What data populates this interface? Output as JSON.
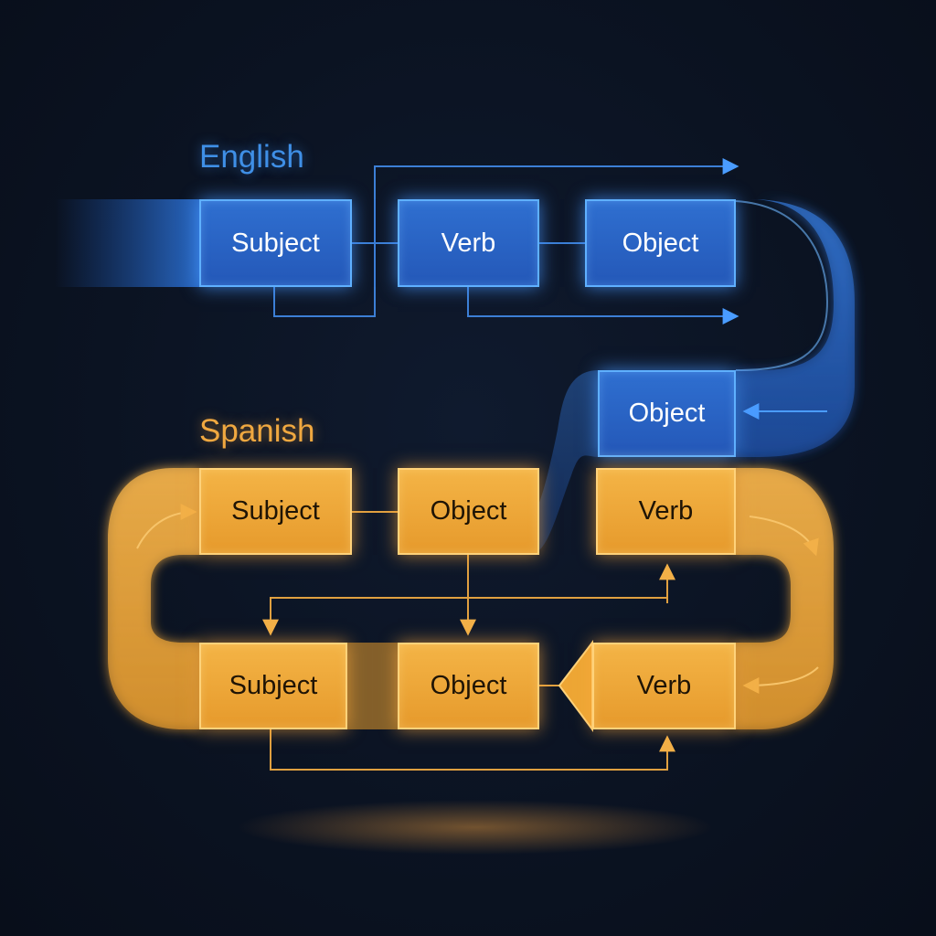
{
  "english": {
    "label": "English",
    "boxes": [
      {
        "id": "subject",
        "text": "Subject"
      },
      {
        "id": "verb",
        "text": "Verb"
      },
      {
        "id": "object",
        "text": "Object"
      }
    ]
  },
  "transition": {
    "text": "Object"
  },
  "spanish": {
    "label": "Spanish",
    "row1": [
      {
        "id": "subject",
        "text": "Subject"
      },
      {
        "id": "object",
        "text": "Object"
      },
      {
        "id": "verb",
        "text": "Verb"
      }
    ],
    "row2": [
      {
        "id": "subject",
        "text": "Subject"
      },
      {
        "id": "object",
        "text": "Object"
      },
      {
        "id": "verb",
        "text": "Verb"
      }
    ]
  },
  "colors": {
    "blue_accent": "#3f8fe6",
    "blue_box": "#2a64c4",
    "gold_accent": "#f0a840",
    "gold_box": "#eda635",
    "background": "#0b1322"
  }
}
